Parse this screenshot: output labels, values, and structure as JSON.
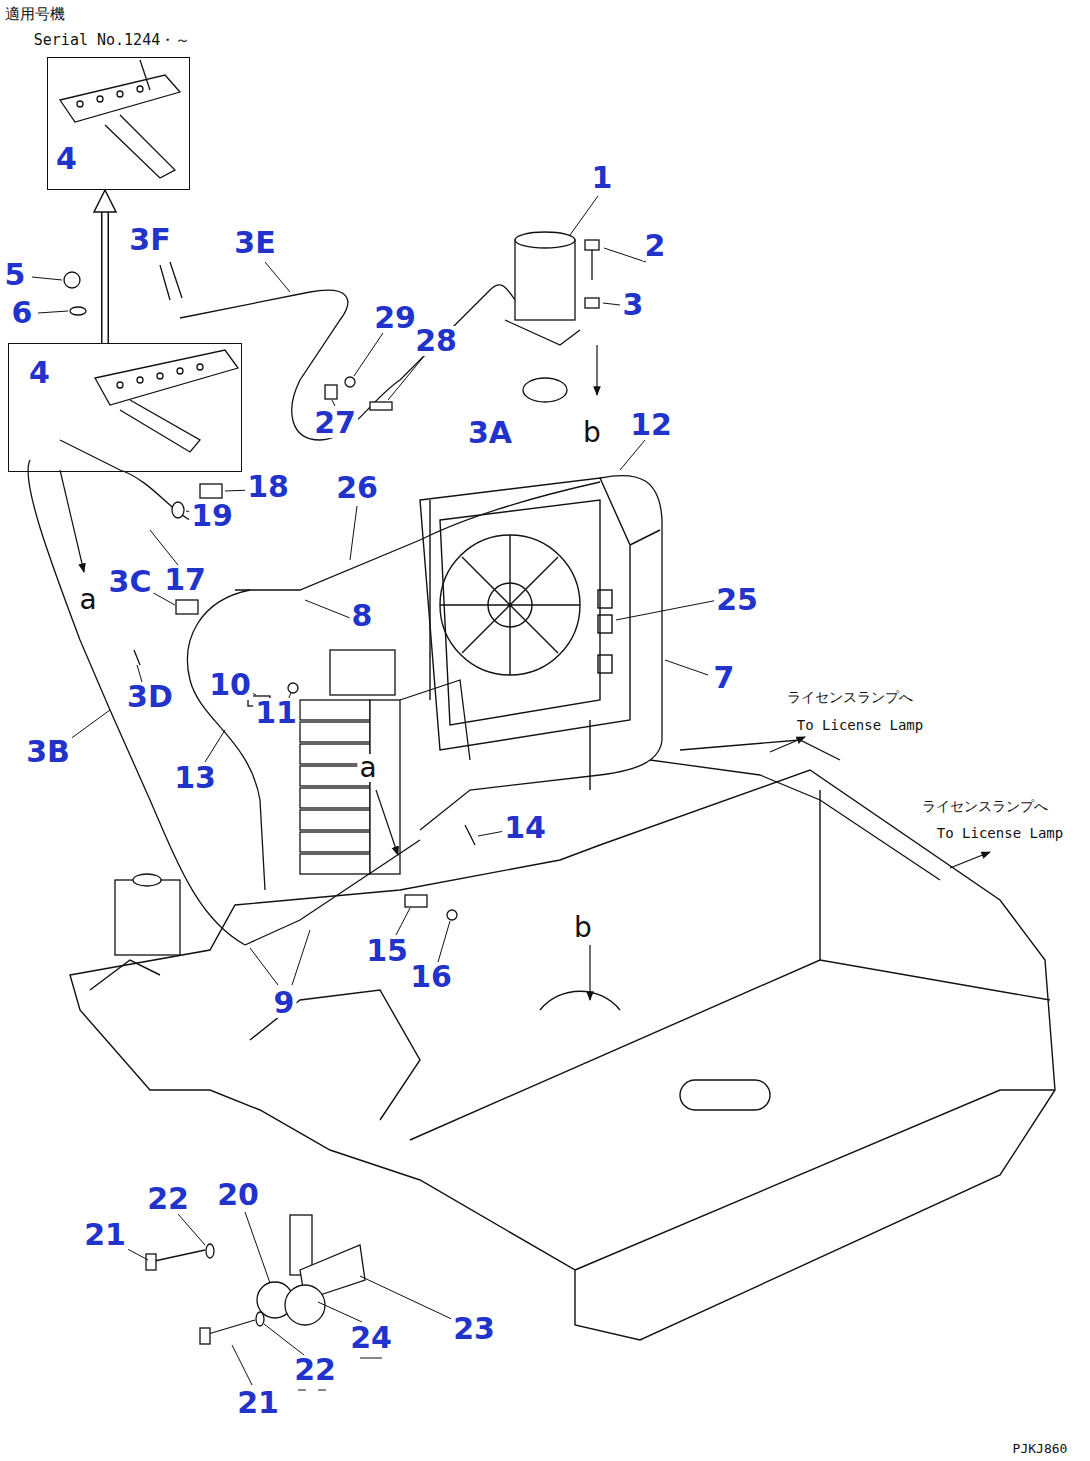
{
  "diagram": {
    "nodes": [
      {
        "text": [
          "4"
        ]
      },
      {
        "text": [
          "4"
        ]
      }
    ],
    "edges": [
      {
        "from": 1,
        "to": 0,
        "arrow": "to"
      }
    ],
    "labels": [
      "適用号機",
      "Serial No.1244・～",
      "1",
      "2",
      "3",
      "3F",
      "3E",
      "5",
      "6",
      "29",
      "28",
      "27",
      "3A",
      "b",
      "12",
      "18",
      "19",
      "26",
      "3C",
      "17",
      "a",
      "8",
      "25",
      "10",
      "11",
      "3D",
      "7",
      "ライセンスランプへ",
      "To License Lamp",
      "3B",
      "13",
      "a",
      "14",
      "ライセンスランプへ",
      "To License Lamp",
      "15",
      "16",
      "9",
      "b",
      "22",
      "20",
      "21",
      "24",
      "23",
      "22",
      "21",
      "PJKJ860"
    ]
  }
}
